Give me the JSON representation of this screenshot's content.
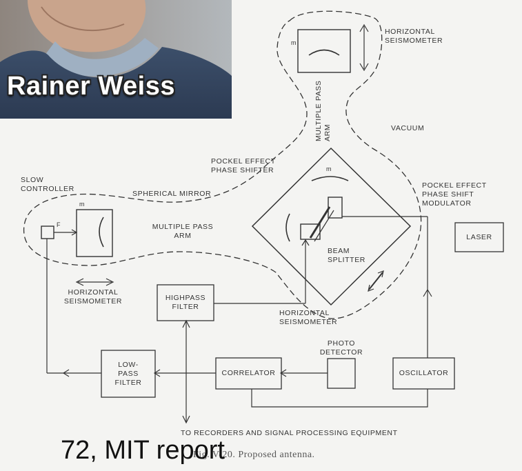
{
  "photo": {
    "name": "Rainer Weiss"
  },
  "overlay_caption": "72, MIT report",
  "figure_caption": "Fig. V-20. Proposed antenna.",
  "labels": {
    "horizontal_seismometer_top": "HORIZONTAL\nSEISMOMETER",
    "multiple_pass_arm_vertical": "MULTIPLE PASS\nARM",
    "vacuum": "VACUUM",
    "pockel_effect_phase_shifter": "POCKEL EFFECT\nPHASE SHIFTER",
    "pockel_effect_phase_shift_modulator": "POCKEL EFFECT\nPHASE SHIFT\nMODULATOR",
    "slow_controller": "SLOW\nCONTROLLER",
    "spherical_mirror": "SPHERICAL MIRROR",
    "multiple_pass_arm_horizontal": "MULTIPLE PASS\nARM",
    "beam_splitter": "BEAM\nSPLITTER",
    "horizontal_seismometer_left": "HORIZONTAL\nSEISMOMETER",
    "horizontal_seismometer_center": "HORIZONTAL\nSEISMOMETER",
    "photo_detector": "PHOTO\nDETECTOR",
    "to_recorders": "TO RECORDERS AND SIGNAL PROCESSING EQUIPMENT",
    "mass_m": "m",
    "force_f": "F"
  },
  "boxes": {
    "laser": "LASER",
    "highpass_filter": "HIGHPASS\nFILTER",
    "low_pass_filter": "LOW-\nPASS\nFILTER",
    "correlator": "CORRELATOR",
    "oscillator": "OSCILLATOR"
  }
}
